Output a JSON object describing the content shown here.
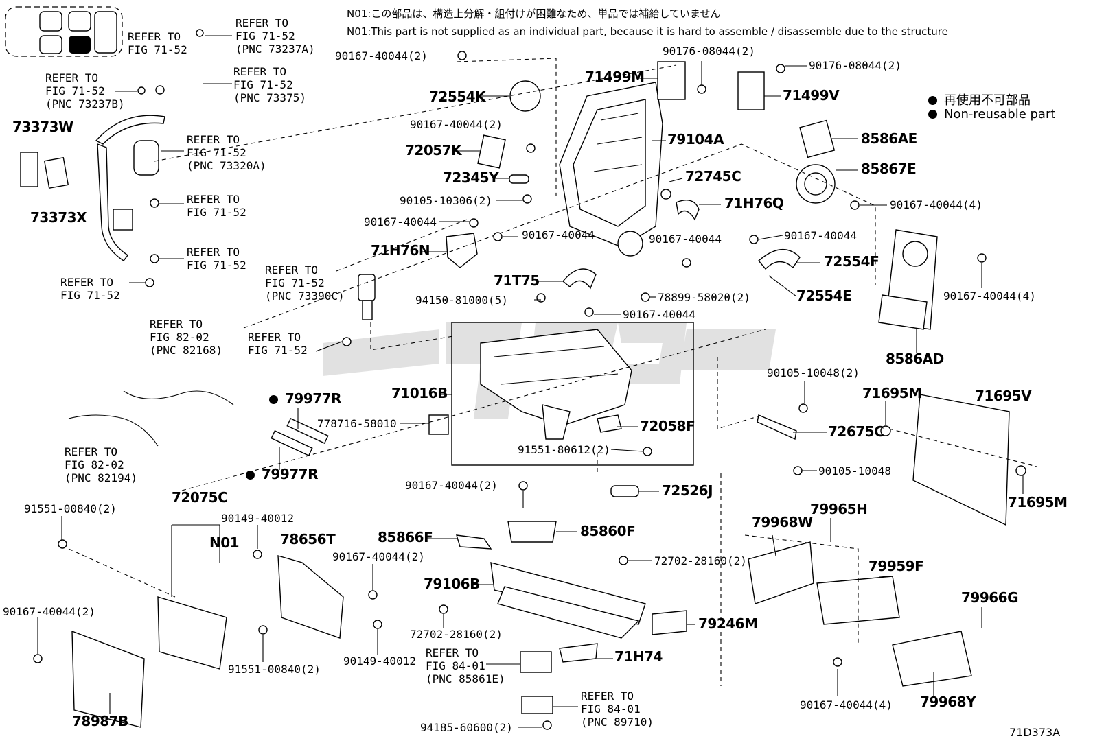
{
  "figure_id": "71D373A",
  "notes": {
    "jp": "N01:この部品は、構造上分解・組付けが困難なため、単品では補給していません",
    "en": "N01:This part is not supplied as an individual part, because it is hard to assemble / disassemble due to the structure"
  },
  "legend": {
    "jp": "再使用不可部品",
    "en": "Non-reusable part"
  },
  "labels": {
    "ref_73237A": "REFER TO\nFIG 71-52\n(PNC 73237A)",
    "ref_a": "REFER TO\nFIG 71-52",
    "ref_73375": "REFER TO\nFIG 71-52\n(PNC 73375)",
    "ref_73237B": "REFER TO\nFIG 71-52\n(PNC 73237B)",
    "ref_73320A": "REFER TO\nFIG 71-52\n(PNC 73320A)",
    "ref_b": "REFER TO\nFIG 71-52",
    "ref_c": "REFER TO\nFIG 71-52",
    "ref_d": "REFER TO\nFIG 71-52",
    "ref_73390C": "REFER TO\nFIG 71-52\n(PNC 73390C)",
    "ref_e": "REFER TO\nFIG 71-52",
    "ref_82168": "REFER TO\nFIG 82-02\n(PNC 82168)",
    "ref_82194": "REFER TO\nFIG 82-02\n(PNC 82194)",
    "ref_85861E": "REFER TO\nFIG 84-01\n(PNC 85861E)",
    "ref_89710": "REFER TO\nFIG 84-01\n(PNC 89710)",
    "p_73373W": "73373W",
    "p_73373X": "73373X",
    "p_90167_40044_2a": "90167-40044(2)",
    "p_72554K": "72554K",
    "p_90167_40044_2b": "90167-40044(2)",
    "p_72057K": "72057K",
    "p_72345Y": "72345Y",
    "p_90105_10306": "90105-10306(2)",
    "p_90167_40044_a": "90167-40044",
    "p_90167_40044_b": "90167-40044",
    "p_71H76N": "71H76N",
    "p_71499M": "71499M",
    "p_90176_08044_a": "90176-08044(2)",
    "p_90176_08044_b": "90176-08044(2)",
    "p_71499V": "71499V",
    "p_79104A": "79104A",
    "p_72745C": "72745C",
    "p_71H76Q": "71H76Q",
    "p_90167_40044_c": "90167-40044",
    "p_8586AE": "8586AE",
    "p_85867E": "85867E",
    "p_90167_40044_4a": "90167-40044(4)",
    "p_90167_40044_d": "90167-40044",
    "p_72554F": "72554F",
    "p_72554E": "72554E",
    "p_78899": "78899-58020(2)",
    "p_90167_40044_4b": "90167-40044(4)",
    "p_8586AD": "8586AD",
    "p_71T75": "71T75",
    "p_94150": "94150-81000(5)",
    "p_90167_40044_e": "90167-40044",
    "p_79977R_a": "79977R",
    "p_79977R_b": "79977R",
    "p_778716": "778716-58010",
    "p_71016B": "71016B",
    "p_72058F": "72058F",
    "p_91551_80612": "91551-80612(2)",
    "p_90105_10048_2": "90105-10048(2)",
    "p_71695M_a": "71695M",
    "p_71695V": "71695V",
    "p_72675C": "72675C",
    "p_90105_10048": "90105-10048",
    "p_71695M_b": "71695M",
    "p_72526J": "72526J",
    "p_91551_00840_a": "91551-00840(2)",
    "p_72075C": "72075C",
    "p_90149_40012_a": "90149-40012",
    "p_N01": "N01",
    "p_78656T": "78656T",
    "p_90167_40044_2c": "90167-40044(2)",
    "p_85866F": "85866F",
    "p_85860F": "85860F",
    "p_90167_40044_2d": "90167-40044(2)",
    "p_72702_a": "72702-28160(2)",
    "p_79106B": "79106B",
    "p_72702_b": "72702-28160(2)",
    "p_79246M": "79246M",
    "p_71H74": "71H74",
    "p_94185": "94185-60600(2)",
    "p_79968W": "79968W",
    "p_79965H": "79965H",
    "p_79959F": "79959F",
    "p_79966G": "79966G",
    "p_90167_40044_4c": "90167-40044(4)",
    "p_79968Y": "79968Y",
    "p_90167_40044_2e": "90167-40044(2)",
    "p_91551_00840_b": "91551-00840(2)",
    "p_90149_40012_b": "90149-40012",
    "p_78987B": "78987B"
  }
}
